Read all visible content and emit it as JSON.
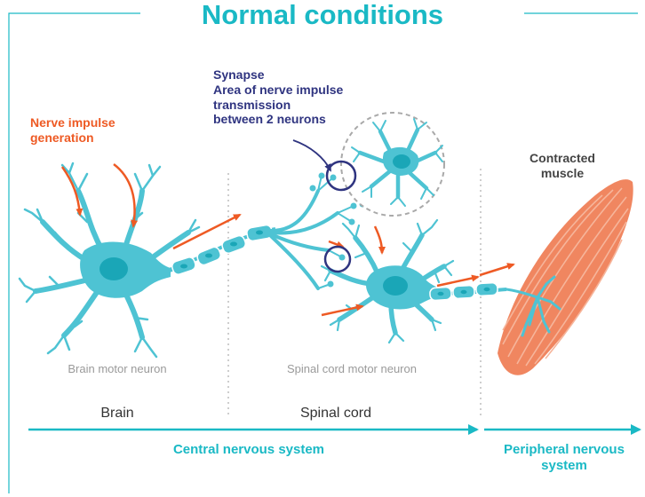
{
  "title": "Normal conditions",
  "labels": {
    "nerve_impulse_generation": [
      "Nerve impulse",
      "generation"
    ],
    "synapse": [
      "Synapse",
      "Area of nerve impulse",
      "transmission",
      "between 2 neurons"
    ],
    "contracted_muscle": [
      "Contracted",
      "muscle"
    ],
    "brain_motor_neuron": "Brain motor neuron",
    "spinal_cord_motor_neuron": "Spinal cord motor neuron"
  },
  "regions": {
    "brain": "Brain",
    "spinal_cord": "Spinal cord"
  },
  "systems": {
    "central": "Central nervous system",
    "peripheral": [
      "Peripheral nervous",
      "system"
    ]
  },
  "colors": {
    "title": "#1ab9c5",
    "neuron": "#4ec3d3",
    "neuron_nucleus": "#1aa6b7",
    "impulse_arrow": "#ee5a24",
    "synapse_circle": "#2f3480",
    "muscle": "#f08660",
    "system_arrow": "#1ab9c5"
  }
}
